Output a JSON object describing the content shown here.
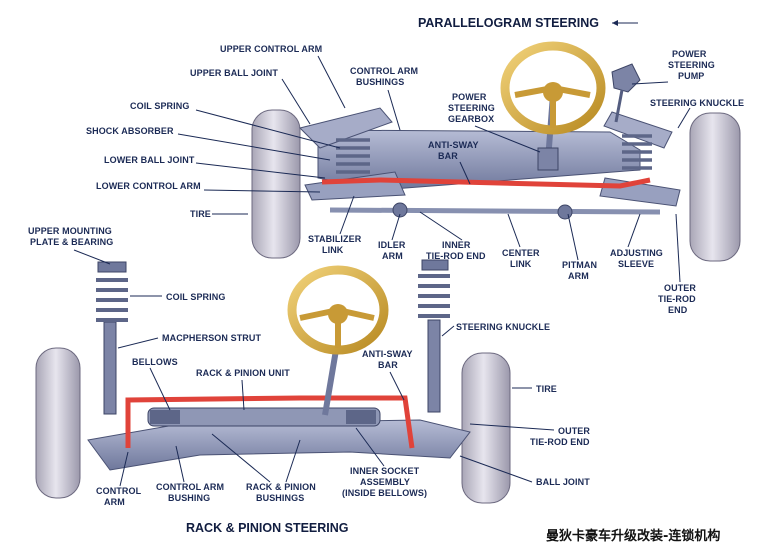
{
  "titles": {
    "parallelogram": "PARALLELOGRAM STEERING",
    "rack_pinion": "RACK & PINION STEERING"
  },
  "labels": {
    "upper_control_arm": "UPPER CONTROL ARM",
    "upper_ball_joint": "UPPER BALL JOINT",
    "control_arm_bushings": [
      "CONTROL ARM",
      "BUSHINGS"
    ],
    "power_steering_gearbox": [
      "POWER",
      "STEERING",
      "GEARBOX"
    ],
    "power_steering_pump": [
      "POWER",
      "STEERING",
      "PUMP"
    ],
    "steering_knuckle_top": "STEERING KNUCKLE",
    "coil_spring_top": "COIL SPRING",
    "shock_absorber": "SHOCK ABSORBER",
    "anti_sway_bar_top": [
      "ANTI-SWAY",
      "BAR"
    ],
    "lower_ball_joint": "LOWER BALL JOINT",
    "lower_control_arm": "LOWER CONTROL ARM",
    "tire_top": "TIRE",
    "stabilizer_link": [
      "STABILIZER",
      "LINK"
    ],
    "idler_arm": [
      "IDLER",
      "ARM"
    ],
    "inner_tie_rod_end": [
      "INNER",
      "TIE-ROD END"
    ],
    "center_link": [
      "CENTER",
      "LINK"
    ],
    "pitman_arm": [
      "PITMAN",
      "ARM"
    ],
    "adjusting_sleeve": [
      "ADJUSTING",
      "SLEEVE"
    ],
    "outer_tie_rod_end_top": [
      "OUTER",
      "TIE-ROD",
      "END"
    ],
    "upper_mounting_plate": [
      "UPPER MOUNTING",
      "PLATE & BEARING"
    ],
    "coil_spring_bottom": "COIL SPRING",
    "macpherson_strut": "MACPHERSON STRUT",
    "steering_knuckle_bottom": "STEERING KNUCKLE",
    "bellows": "BELLOWS",
    "rack_pinion_unit": "RACK & PINION UNIT",
    "anti_sway_bar_bottom": [
      "ANTI-SWAY",
      "BAR"
    ],
    "tire_bottom": "TIRE",
    "outer_tie_rod_end_bottom": [
      "OUTER",
      "TIE-ROD END"
    ],
    "ball_joint": "BALL JOINT",
    "control_arm": [
      "CONTROL",
      "ARM"
    ],
    "control_arm_bushing": [
      "CONTROL ARM",
      "BUSHING"
    ],
    "rack_pinion_bushings": [
      "RACK & PINION",
      "BUSHINGS"
    ],
    "inner_socket_assembly": [
      "INNER SOCKET",
      "ASSEMBLY",
      "(INSIDE BELLOWS)"
    ]
  },
  "watermark": "曼狄卡豪车升级改装-连锁机构",
  "colors": {
    "label_text": "#1b2a55",
    "frame": "#8f97b5",
    "tire": "#cfcdd8",
    "steering_wheel": "#d7b04a",
    "sway_bar": "#e0433a",
    "spring": "#7f88aa"
  }
}
